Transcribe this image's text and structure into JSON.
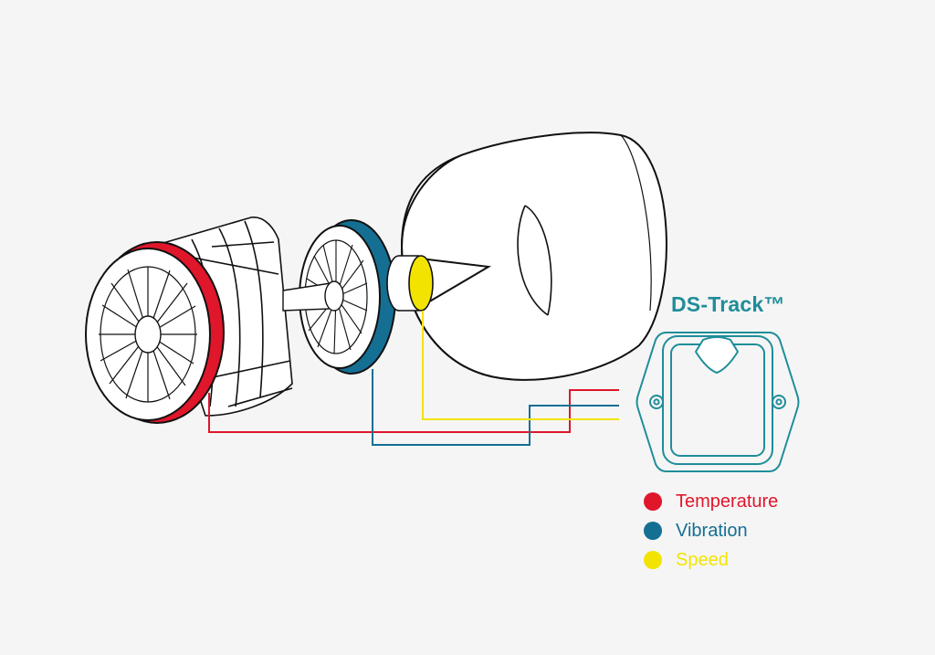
{
  "device": {
    "title": "DS-Track™",
    "color": "#1f8d99"
  },
  "legend": [
    {
      "label": "Temperature",
      "color": "#e0162b"
    },
    {
      "label": "Vibration",
      "color": "#146f93"
    },
    {
      "label": "Speed",
      "color": "#f2e400"
    }
  ],
  "colors": {
    "background": "#f5f5f5",
    "line_art": "#111111"
  }
}
